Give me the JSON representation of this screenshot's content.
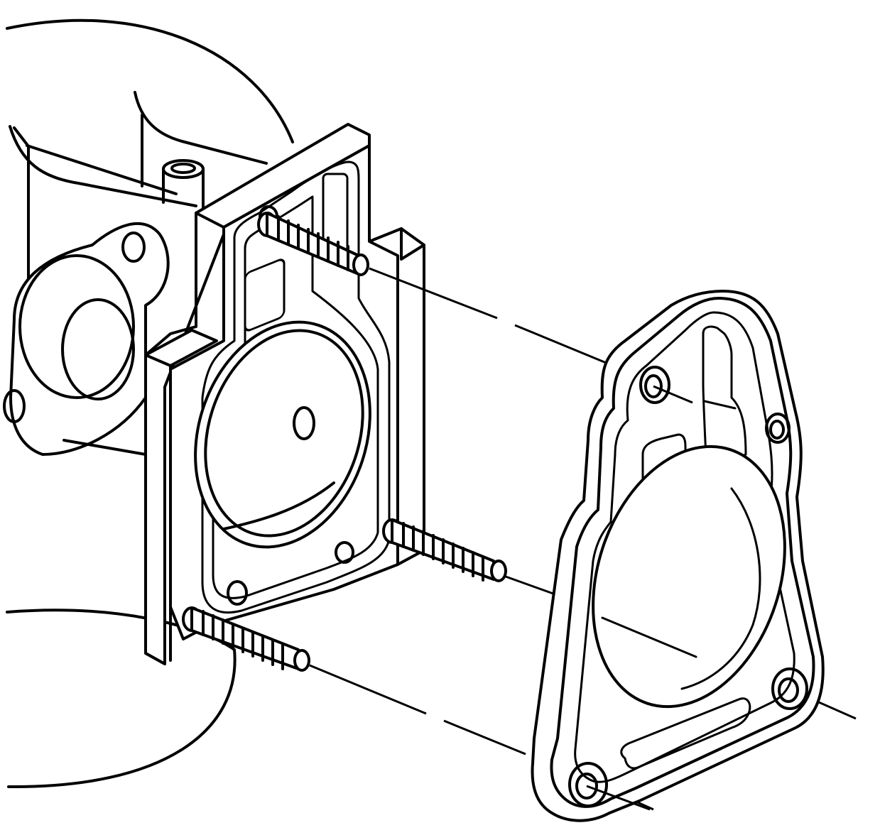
{
  "colors": {
    "ink": "#000000",
    "paper": "#ffffff"
  },
  "parts": [
    {
      "id": "intake-manifold",
      "icon": "manifold-outline"
    },
    {
      "id": "throttle-body",
      "icon": "throttle-body-flange"
    },
    {
      "id": "throttle-body-gasket",
      "icon": "gasket-outline"
    },
    {
      "id": "mounting-studs",
      "count": 3,
      "icon": "threaded-stud"
    }
  ],
  "alignment_lines": {
    "count": 3,
    "style": "dashed"
  }
}
